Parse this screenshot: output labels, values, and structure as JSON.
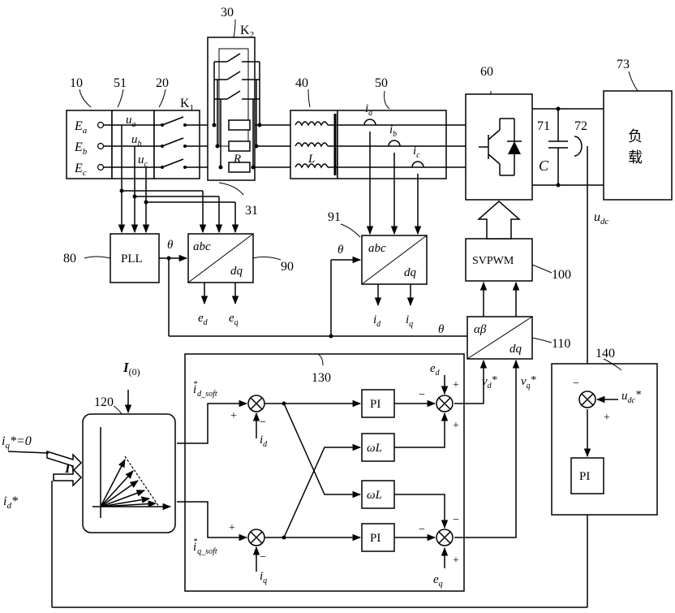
{
  "refs": {
    "r10": "10",
    "r51": "51",
    "r20": "20",
    "r30": "30",
    "r40": "40",
    "r50": "50",
    "r60": "60",
    "r71": "71",
    "r72": "72",
    "r73": "73",
    "r31": "31",
    "r80": "80",
    "r90": "90",
    "r91": "91",
    "r100": "100",
    "r110": "110",
    "r120": "120",
    "r130": "130",
    "r140": "140"
  },
  "source": {
    "ea": "E",
    "ea_sub": "a",
    "eb": "E",
    "eb_sub": "b",
    "ec": "E",
    "ec_sub": "c"
  },
  "sensing": {
    "ua": "u",
    "ua_sub": "a",
    "ub": "u",
    "ub_sub": "b",
    "uc": "u",
    "uc_sub": "c"
  },
  "switches": {
    "k1": "K",
    "k1_sub": "1",
    "k2": "K",
    "k2_sub": "2",
    "r_label": "R"
  },
  "filter": {
    "l_label": "L"
  },
  "currents": {
    "ia": "i",
    "ia_sub": "a",
    "ib": "i",
    "ib_sub": "b",
    "ic": "i",
    "ic_sub": "c"
  },
  "dc": {
    "c_label": "C",
    "load": [
      "负",
      "载"
    ],
    "udc": "u",
    "udc_sub": "dc"
  },
  "blocks": {
    "pll": "PLL",
    "svpwm": "SVPWM",
    "pi": "PI",
    "abc": "abc",
    "dq": "dq",
    "alphabeta": "αβ",
    "omega_l": "ωL"
  },
  "signals": {
    "theta": "θ",
    "ed": "e",
    "ed_sub": "d",
    "eq": "e",
    "eq_sub": "q",
    "id": "i",
    "id_sub": "d",
    "iq": "i",
    "iq_sub": "q",
    "vd": "v",
    "vd_sub": "d",
    "vq": "v",
    "vq_sub": "q",
    "star": "*",
    "id_soft": "i",
    "id_soft_sub": "d_soft",
    "iq_soft": "i",
    "iq_soft_sub": "q_soft",
    "i0": "I",
    "i0_sub": "(0)",
    "istar": "I*",
    "iq_star_zero": "=0",
    "id_star": "*",
    "udc_star": "u",
    "udc_star_sub": "dc",
    "udc_star_mark": "*"
  },
  "signs": {
    "plus": "+",
    "minus": "−"
  }
}
